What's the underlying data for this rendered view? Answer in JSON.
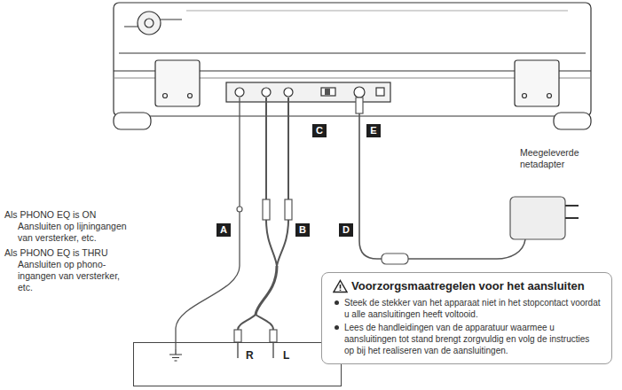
{
  "diagram": {
    "nodes": [
      {
        "text": [
          "R",
          "L"
        ]
      },
      {
        "text": [
          "Voorzorgsmaatregelen voor het aansluiten",
          "Steek de stekker van het apparaat niet in het stopcontact voordat u alle aansluitingen heeft voltooid.",
          "Lees de handleidingen van de apparatuur waarmee u aansluitingen tot stand brengt zorgvuldig en volg de instructies op bij het realiseren van de aansluitingen."
        ]
      }
    ],
    "labels": [
      "Als PHONO EQ is ON",
      "Aansluiten op lijningangen van versterker, etc.",
      "Als PHONO EQ is THRU",
      "Aansluiten op phono-ingangen van versterker, etc.",
      "A",
      "B",
      "C",
      "D",
      "E",
      "Meegeleverde netadapter"
    ]
  }
}
